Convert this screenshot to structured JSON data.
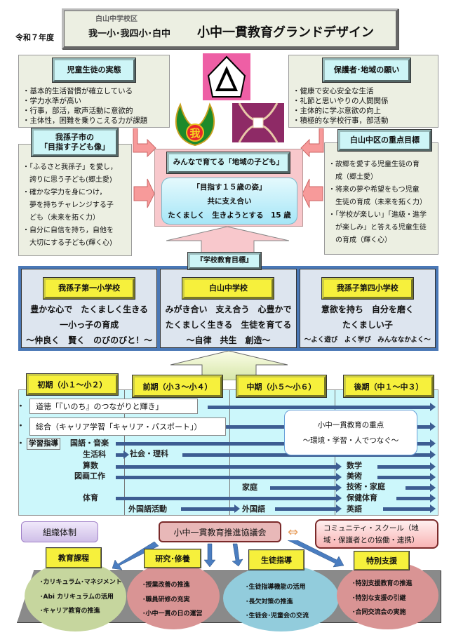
{
  "header": {
    "year": "令和７年度",
    "district": "白山中学校区",
    "schools": "我一小･我四小･白中",
    "title": "小中一貫教育グランドデザイン"
  },
  "current_state": {
    "label": "児童生徒の実態",
    "items": [
      "・基本的生活習慣が確立している",
      "・学力水準が高い",
      "・行事，部活，歌声活動に意欲的",
      "・主体性，困難を乗りこえる力が課題"
    ]
  },
  "parents_wishes": {
    "label": "保護者･地域の願い",
    "items": [
      "・健康で安心安全な生活",
      "・礼節と思いやりの人間関係",
      "・主体的に学ぶ意欲の向上",
      "・積極的な学校行事，部活動"
    ]
  },
  "city_ideal": {
    "label_line1": "我孫子市の",
    "label_line2": "「目指す子ども像」",
    "items": [
      "・「ふるさと我孫子」を愛し，",
      "　誇りに思う子ども(郷土愛)",
      "・確かな学力を身につけ，",
      "　夢を持ちチャレンジする子",
      "　ども（未来を拓く力）",
      "・自分に自信を持ち，自他を",
      "　大切にする子ども(輝く心)"
    ]
  },
  "district_goals": {
    "label": "白山中区の重点目標",
    "items": [
      "・故郷を愛する児童生徒の育",
      "　成（郷土愛）",
      "・将来の夢や希望をもつ児童",
      "　生徒の育成（未来を拓く力）",
      "・「学校が楽しい」「進級・進学",
      "　が楽しみ」と答える児童生徒",
      "　の育成（輝く心）"
    ]
  },
  "center": {
    "label": "みんなで育てる「地域の子ども」",
    "line1": "「目指す１５歳の姿」",
    "line2": "共に支え合い",
    "line3": "たくましく　生きようとする　15 歳"
  },
  "logos": {
    "pink": "校章",
    "green_char": "我",
    "purple": "校章"
  },
  "school_goals": {
    "label": "『学校教育目標』",
    "schools": [
      {
        "name": "我孫子第一小学校",
        "l1": "豊かな心で　たくましく生きる",
        "l2": "一小っ子の育成",
        "l3": "～仲良く　賢く　のびのびと！～"
      },
      {
        "name": "白山中学校",
        "l1": "みがき合い　支え合う　心豊かで",
        "l2": "たくましく生きる　生徒を育てる",
        "l3": "～自律　共生　創造～"
      },
      {
        "name": "我孫子第四小学校",
        "l1": "意欲を持ち　自分を磨く",
        "l2": "たくましい子",
        "l3": "～よく遊び　よく学び　みんななかよく～"
      }
    ]
  },
  "timeline": {
    "phases": [
      "初期（小１～小２）",
      "前期（小３～小４）",
      "中期（小５～小６）",
      "後期（中１～中３）"
    ],
    "moral": "道徳「『いのち』のつながりと輝き」",
    "integrated": "総合（キャリア学習「キャリア・パスポート」）",
    "study_label": "学習指導",
    "focus_title": "小中一貫教育の重点",
    "focus_sub": "～環境・学習・人でつなぐ～",
    "subjects": {
      "japanese_music": "国語・音楽",
      "life": "生活科",
      "social_science": "社会・理科",
      "arithmetic": "算数",
      "art_craft": "図画工作",
      "home_ec_elem": "家庭",
      "pe": "体育",
      "fl_activity": "外国語活動",
      "fl": "外国語",
      "math": "数学",
      "art": "美術",
      "tech_home": "技術・家庭",
      "health_pe": "保健体育",
      "english": "英語"
    },
    "bullet": "・"
  },
  "organization": {
    "label": "組織体制",
    "council": "小中一貫教育推進協議会",
    "community": "コミュニティ・スクール（地域・保護者との協働・連携）",
    "groups": [
      {
        "name": "教育課程",
        "items": [
          "･カリキュラム･マネジメント",
          "･Abi カリキュラムの活用",
          "･キャリア教育の推進"
        ]
      },
      {
        "name": "研究･修養",
        "items": [
          "･授業改善の推進",
          "･職員研修の充実",
          "･小中一貫の日の運営"
        ]
      },
      {
        "name": "生徒指導",
        "items": [
          "･生徒指導機能の活用",
          "･長欠対策の推進",
          "･生徒会･児童会の交流"
        ]
      },
      {
        "name": "特別支援",
        "items": [
          "･特別支援教育の推進",
          "･特別な支援の引継",
          "･合同交流会の実施"
        ]
      }
    ]
  },
  "colors": {
    "cyan": "#cdf5f7",
    "yellow": "#f6f03c",
    "pink": "#f8c8cc",
    "blue": "#3d5d92"
  }
}
